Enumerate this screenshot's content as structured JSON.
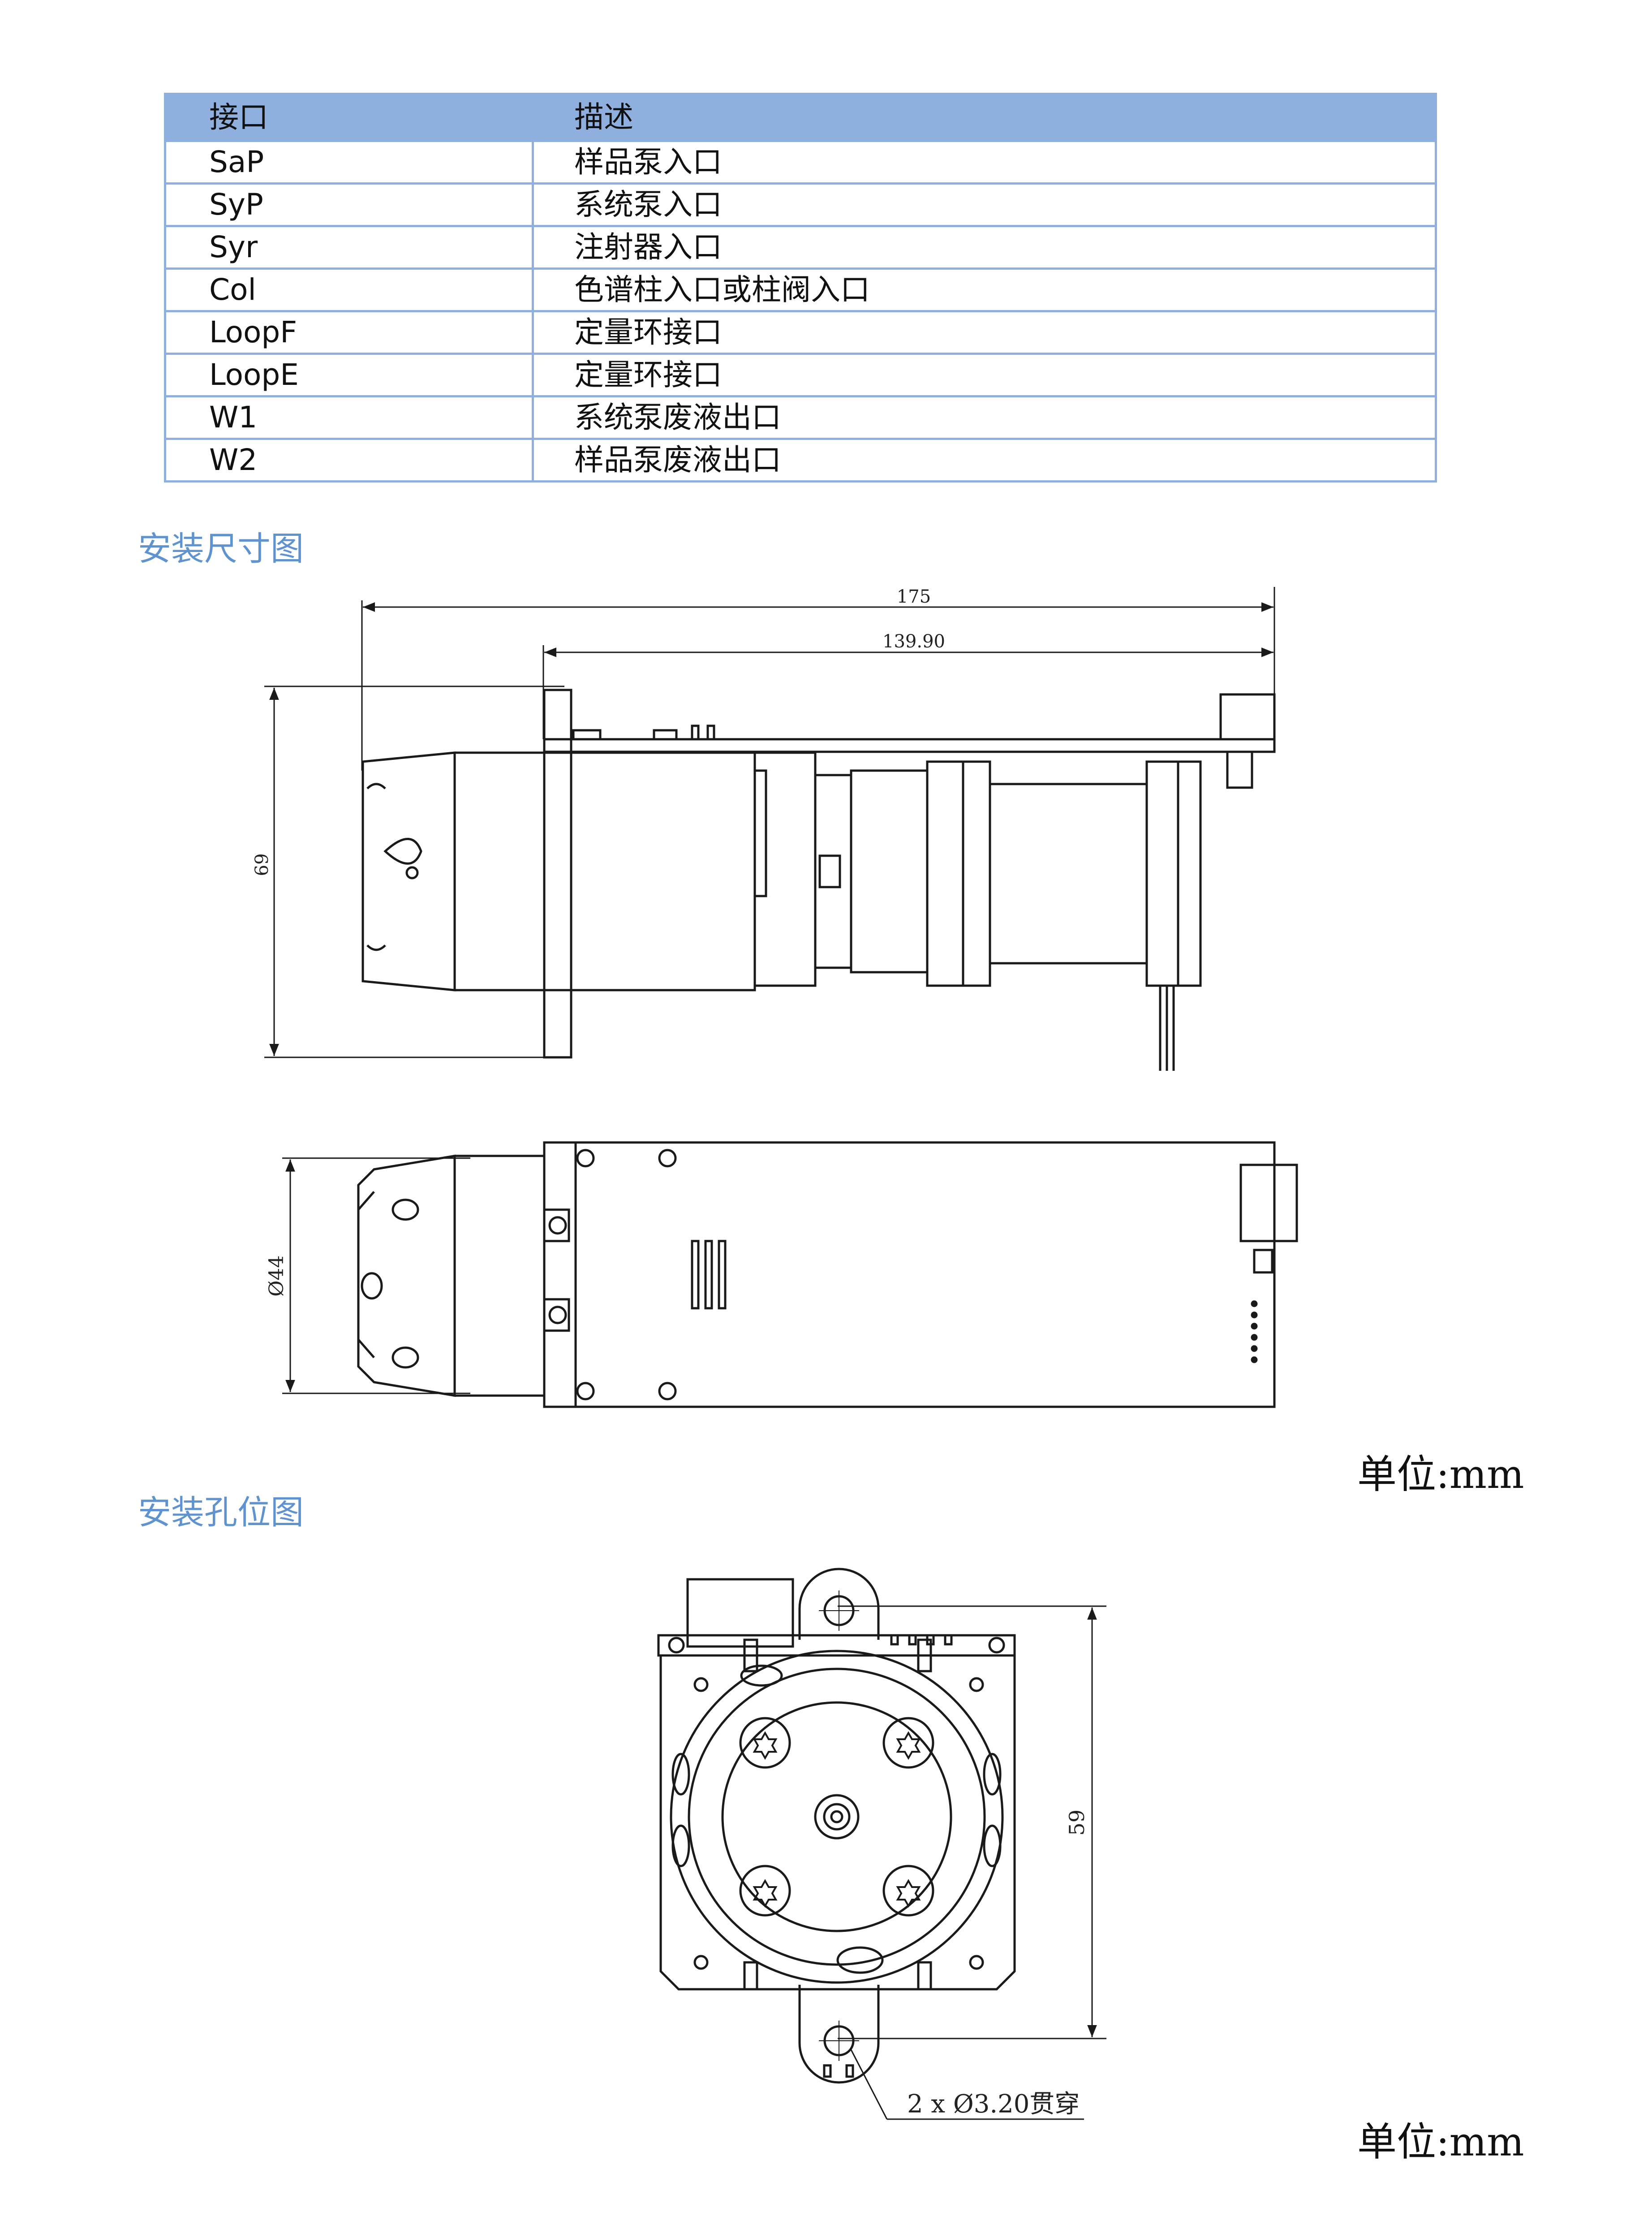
{
  "ports_table": {
    "headers": [
      "接口",
      "描述"
    ],
    "rows": [
      [
        "SaP",
        "样品泵入口"
      ],
      [
        "SyP",
        "系统泵入口"
      ],
      [
        "Syr",
        "注射器入口"
      ],
      [
        "Col",
        "色谱柱入口或柱阀入口"
      ],
      [
        "LoopF",
        "定量环接口"
      ],
      [
        "LoopE",
        "定量环接口"
      ],
      [
        "W1",
        "系统泵废液出口"
      ],
      [
        "W2",
        "样品泵废液出口"
      ]
    ]
  },
  "sections": {
    "dimensions_title": "安装尺寸图",
    "holes_title": "安装孔位图"
  },
  "dimensions": {
    "overall_length": "175",
    "pcb_length": "139.90",
    "height": "69",
    "diameter": "Ø44",
    "hole_spacing": "59",
    "hole_callout": "2 x Ø3.20贯穿"
  },
  "units": {
    "unit_label_1": "单位:mm",
    "unit_label_2": "单位:mm"
  },
  "colors": {
    "table_border": "#8fb0df",
    "table_header_bg": "#8fb0df",
    "section_title": "#5e93cf",
    "line_art": "#1a1a1a"
  }
}
